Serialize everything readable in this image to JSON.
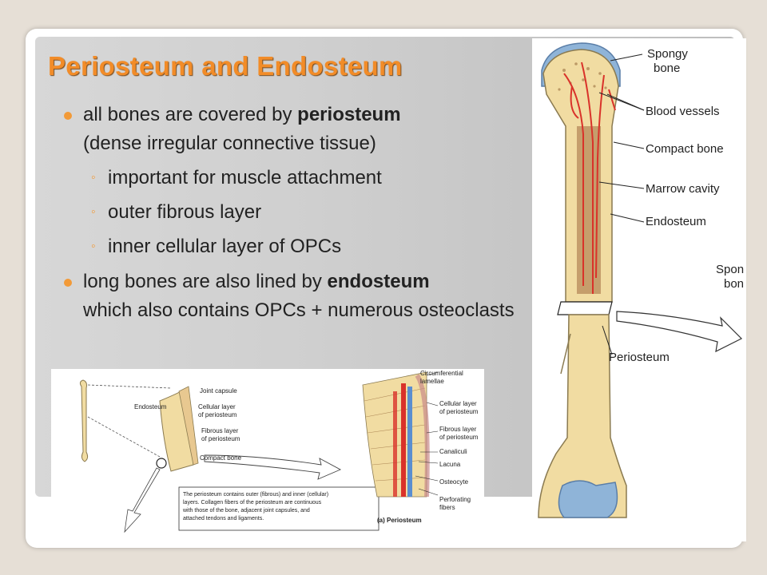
{
  "slide": {
    "title": "Periosteum and Endosteum",
    "bullets": [
      {
        "text_before": "all bones are covered by ",
        "bold": "periosteum",
        "text_after": "(dense irregular connective tissue)",
        "sub": [
          "important for muscle attachment",
          "outer fibrous layer",
          "inner cellular layer of OPCs"
        ]
      },
      {
        "text_before": "long bones are also lined by ",
        "bold": "endosteum",
        "text_after": "which also contains OPCs + numerous osteoclasts",
        "sub": []
      }
    ],
    "sub_marker": "◦"
  },
  "bone_figure": {
    "labels": [
      "Spongy bone",
      "Blood vessels",
      "Compact bone",
      "Marrow cavity",
      "Endosteum",
      "Periosteum"
    ],
    "spongy_label": {
      "line1": "Spongy",
      "line2": "bone"
    },
    "cut_label": {
      "line1": "Spon",
      "line2": "bon"
    }
  },
  "section_figure": {
    "left_labels": [
      "Joint capsule",
      "Endosteum",
      "Cellular layer",
      "of periosteum",
      "Fibrous layer",
      "of periosteum",
      "Compact bone"
    ],
    "right_labels": [
      "Circumferential",
      "lamellae",
      "Cellular layer",
      "of periosteum",
      "Fibrous layer",
      "of periosteum",
      "Canaliculi",
      "Lacuna",
      "Osteocyte",
      "Perforating",
      "fibers"
    ],
    "caption": [
      "The periosteum contains outer (fibrous) and inner (cellular)",
      "layers. Collagen fibers of the periosteum are continuous",
      "with those of the bone, adjacent joint capsules, and",
      "attached tendons and ligaments."
    ],
    "panel_label": "(a)  Periosteum"
  },
  "colors": {
    "title": "#f28c28",
    "bullet": "#f29a38",
    "bone": "#f1dca2",
    "vessel": "#d9322a",
    "cartilage": "#8fb4d8"
  }
}
